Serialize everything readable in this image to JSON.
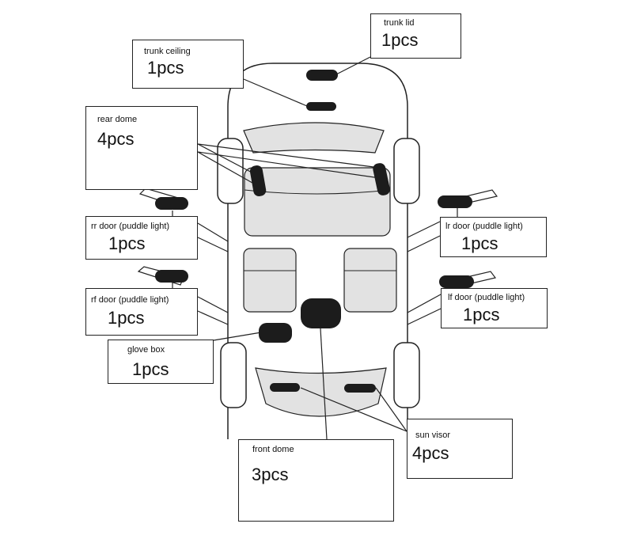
{
  "diagram": {
    "labels": {
      "trunk_lid": {
        "name": "trunk lid",
        "qty": "1pcs"
      },
      "trunk_ceiling": {
        "name": "trunk ceiling",
        "qty": "1pcs"
      },
      "rear_dome": {
        "name": "rear dome",
        "qty": "4pcs"
      },
      "rr_door": {
        "name": "rr door (puddle light)",
        "qty": "1pcs"
      },
      "rf_door": {
        "name": "rf door (puddle light)",
        "qty": "1pcs"
      },
      "glove_box": {
        "name": "glove box",
        "qty": "1pcs"
      },
      "lr_door": {
        "name": "lr door (puddle light)",
        "qty": "1pcs"
      },
      "lf_door": {
        "name": "lf door (puddle light)",
        "qty": "1pcs"
      },
      "sun_visor": {
        "name": "sun visor",
        "qty": "4pcs"
      },
      "front_dome": {
        "name": "front dome",
        "qty": "3pcs"
      }
    },
    "colors": {
      "line": "#222222",
      "light": "#1c1c1c",
      "interior_fill": "#e2e2e2"
    }
  }
}
